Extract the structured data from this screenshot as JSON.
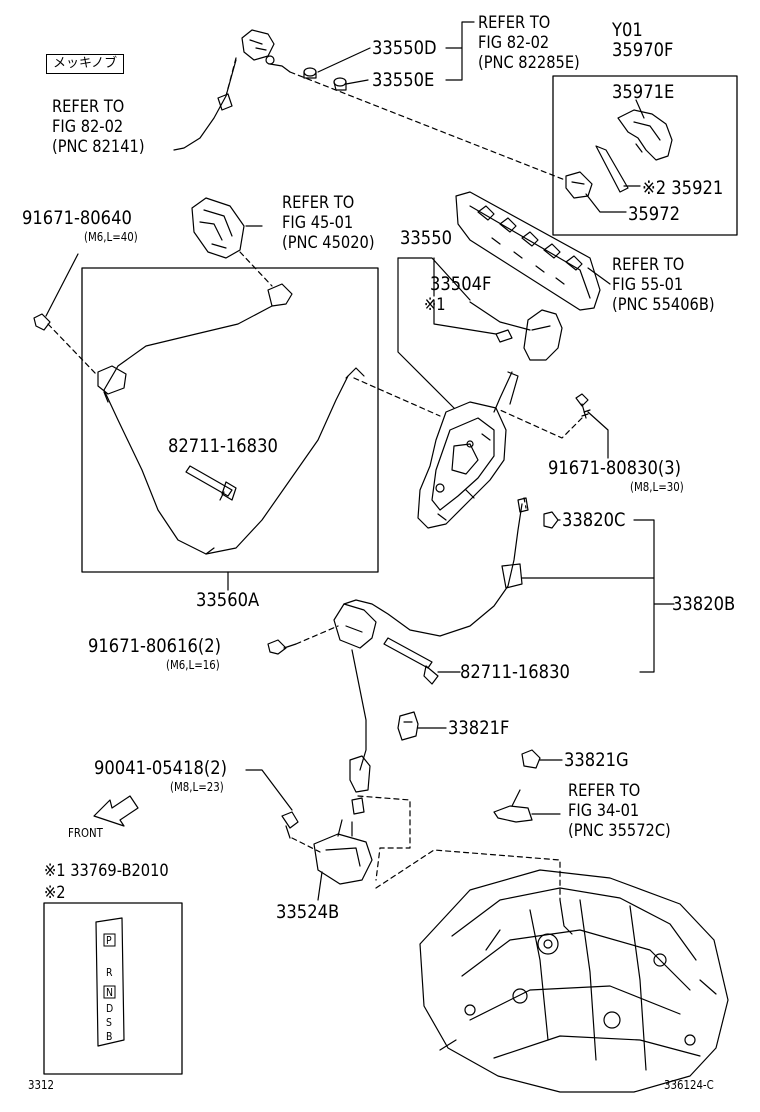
{
  "legend_label": "メッキノブ",
  "footer_left": "3312",
  "footer_right": "336124-C",
  "front_label": "FRONT",
  "y01_label": "Y01",
  "callouts": {
    "c_35970F": "35970F",
    "c_35971E": "35971E",
    "c_35921": "※2 35921",
    "c_35972": "35972",
    "c_33550D": "33550D",
    "c_33550E": "33550E",
    "c_33550": "33550",
    "c_33504F": "33504F",
    "c_note1": "※1",
    "c_91671_80640": "91671-80640",
    "c_91671_80640_spec": "(M6,L=40)",
    "c_82711_16830_a": "82711-16830",
    "c_33560A": "33560A",
    "c_91671_80830": "91671-80830(3)",
    "c_91671_80830_spec": "(M8,L=30)",
    "c_33820C": "33820C",
    "c_33820B": "33820B",
    "c_91671_80616": "91671-80616(2)",
    "c_91671_80616_spec": "(M6,L=16)",
    "c_82711_16830_b": "82711-16830",
    "c_33821F": "33821F",
    "c_33821G": "33821G",
    "c_90041_05418": "90041-05418(2)",
    "c_90041_05418_spec": "(M8,L=23)",
    "c_33524B": "33524B",
    "c_note1_part": "※1  33769-B2010",
    "c_note2": "※2"
  },
  "refer_blocks": {
    "ref_82285E": [
      "REFER TO",
      "FIG 82-02",
      "(PNC 82285E)"
    ],
    "ref_82141": [
      "REFER TO",
      "FIG 82-02",
      "(PNC 82141)"
    ],
    "ref_45020": [
      "REFER TO",
      "FIG 45-01",
      "(PNC 45020)"
    ],
    "ref_55406B": [
      "REFER TO",
      "FIG 55-01",
      "(PNC 55406B)"
    ],
    "ref_35572C": [
      "REFER TO",
      "FIG 34-01",
      "(PNC 35572C)"
    ]
  },
  "gear_letters": [
    "P",
    "R",
    "N",
    "D",
    "S",
    "B"
  ]
}
